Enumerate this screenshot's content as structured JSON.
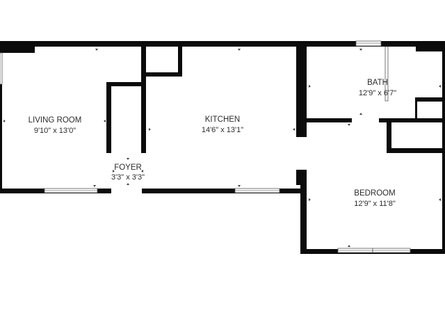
{
  "rooms": [
    {
      "id": "living-room",
      "name": "LIVING ROOM",
      "dimensions": "9'10\" x 13'0\""
    },
    {
      "id": "kitchen",
      "name": "KITCHEN",
      "dimensions": "14'6\" x 13'1\""
    },
    {
      "id": "foyer",
      "name": "FOYER",
      "dimensions": "3'3\" x 3'3\""
    },
    {
      "id": "bath",
      "name": "BATH",
      "dimensions": "12'9\" x 6'7\""
    },
    {
      "id": "bedroom",
      "name": "BEDROOM",
      "dimensions": "12'9\" x 11'8\""
    }
  ],
  "colors": {
    "wall": "#0b0b0b",
    "background": "#ffffff",
    "text": "#2b2b2b"
  }
}
